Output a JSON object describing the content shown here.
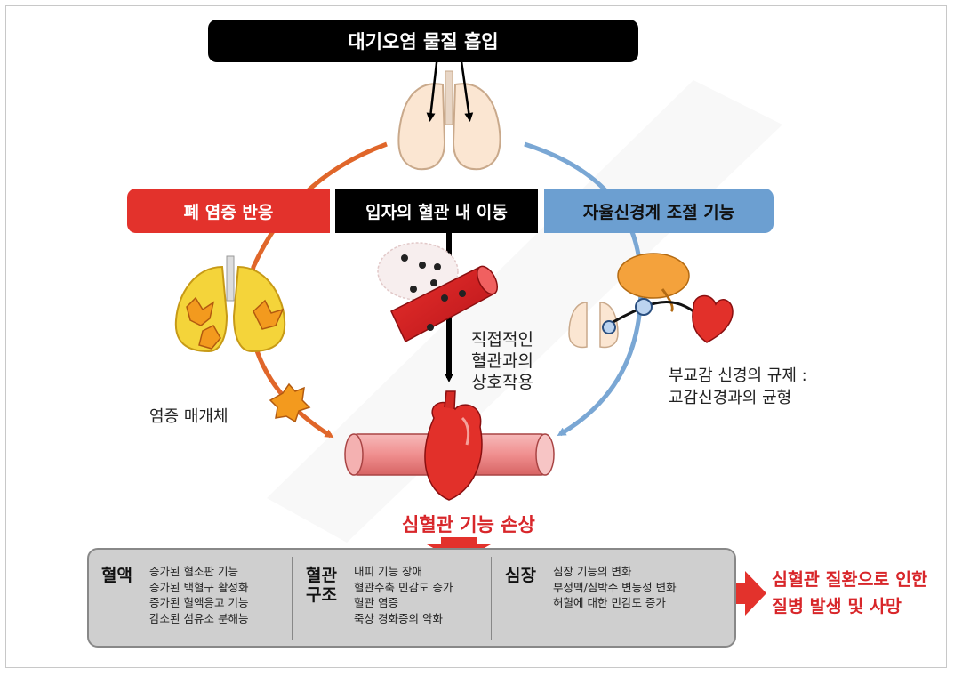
{
  "top_title": "대기오염 물질 흡입",
  "pathways": {
    "inflammation": "폐 염증 반응",
    "translocation": "입자의 혈관 내 이동",
    "autonomic": "자율신경계 조절 기능"
  },
  "labels": {
    "mediators": "염증 매개체",
    "direct": [
      "직접적인",
      "혈관과의",
      "상호작용"
    ],
    "autonomic_note": [
      "부교감 신경의 규제 :",
      "교감신경과의 균형"
    ],
    "damage": "심혈관 기능 손상"
  },
  "effects": {
    "blood": {
      "heading": "혈액",
      "items": [
        "증가된 혈소판 기능",
        "증가된 백혈구 활성화",
        "증가된 혈액응고 기능",
        "감소된 섬유소 분해능"
      ]
    },
    "vessel": {
      "heading": [
        "혈관",
        "구조"
      ],
      "items": [
        "내피 기능 장애",
        "혈관수축 민감도 증가",
        "혈관 염증",
        "죽상 경화증의 악화"
      ]
    },
    "heart": {
      "heading": "심장",
      "items": [
        "심장 기능의 변화",
        "부정맥/심박수 변동성 변화",
        "허혈에 대한 민감도 증가"
      ]
    }
  },
  "result": [
    "심혈관 질환으로 인한",
    "질병 발생 및 사망"
  ],
  "colors": {
    "red": "#e3322c",
    "black": "#000000",
    "blue": "#6c9fd1",
    "orange_arrow": "#e0662a",
    "blue_arrow": "#7aa7d4",
    "damage_text": "#d8262a"
  }
}
